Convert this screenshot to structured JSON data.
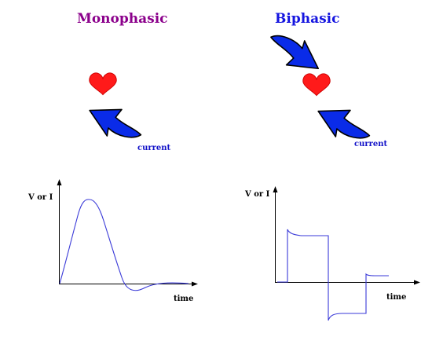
{
  "monophasic": {
    "title": "Monophasic",
    "current_label": "current",
    "graph": {
      "ylabel": "V or I",
      "xlabel": "time"
    }
  },
  "biphasic": {
    "title": "Biphasic",
    "current_label": "current",
    "graph": {
      "ylabel": "V or I",
      "xlabel": "time"
    }
  },
  "colors": {
    "monophasic_title": "#8b008b",
    "biphasic_title": "#1515e0",
    "heart": "#ff1a1a",
    "arrow_fill": "#0a2be8",
    "arrow_outline": "#000000",
    "waveform": "#3a3ad8",
    "axes": "#000000",
    "current_label": "#1010c8"
  },
  "icons": [
    "heart-icon",
    "current-arrow-icon"
  ]
}
